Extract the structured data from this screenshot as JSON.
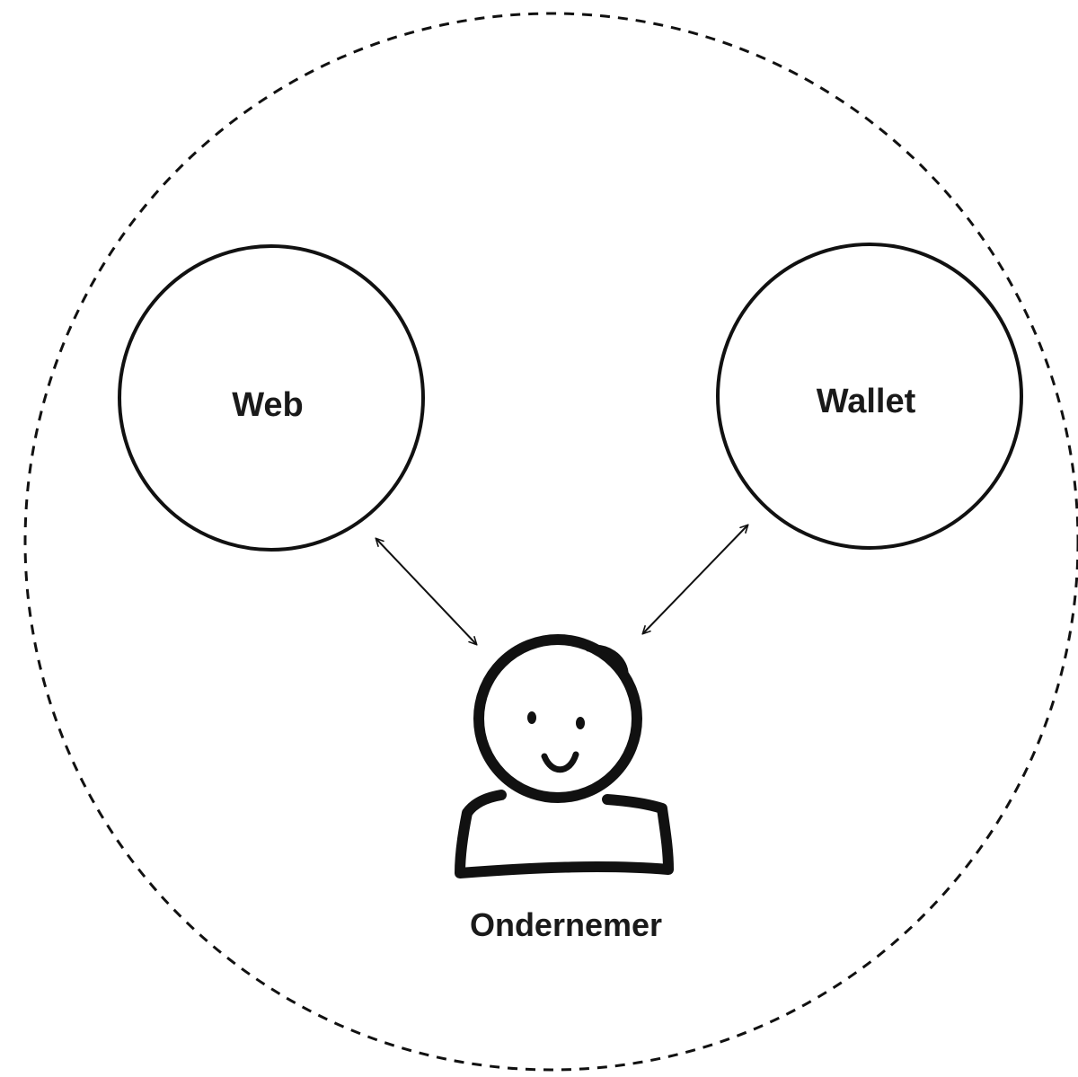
{
  "nodes": {
    "web": {
      "label": "Web"
    },
    "wallet": {
      "label": "Wallet"
    }
  },
  "actor": {
    "label": "Ondernemer",
    "icon": "person-icon"
  },
  "connections": [
    {
      "from": "web",
      "to": "actor",
      "type": "bidirectional"
    },
    {
      "from": "wallet",
      "to": "actor",
      "type": "bidirectional"
    }
  ],
  "boundary": {
    "style": "dashed"
  },
  "colors": {
    "stroke": "#111111",
    "background": "#ffffff"
  }
}
